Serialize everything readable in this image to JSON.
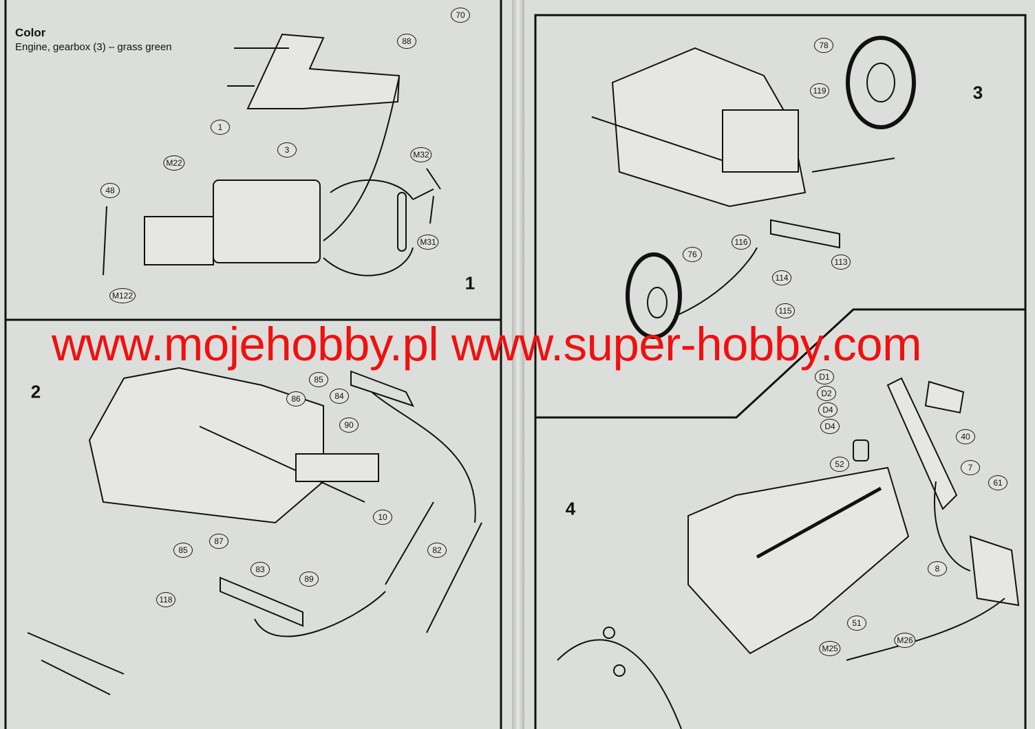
{
  "color_section": {
    "title": "Color",
    "note": "Engine, gearbox (3) – grass green"
  },
  "watermark": "www.mojehobby.pl www.super-hobby.com",
  "steps": [
    {
      "number": "1",
      "callouts": [
        "1",
        "3",
        "88",
        "70",
        "M22",
        "48",
        "M32",
        "M31",
        "M122"
      ]
    },
    {
      "number": "2",
      "callouts": [
        "85",
        "86",
        "84",
        "90",
        "10",
        "82",
        "87",
        "85",
        "83",
        "89",
        "118"
      ]
    },
    {
      "number": "3",
      "callouts": [
        "78",
        "119",
        "116",
        "76",
        "114",
        "113",
        "115"
      ]
    },
    {
      "number": "4",
      "callouts": [
        "D1",
        "D2",
        "D4",
        "D4",
        "40",
        "52",
        "7",
        "61",
        "8",
        "51",
        "M26",
        "M25"
      ]
    }
  ],
  "colors": {
    "watermark": "#f01010",
    "paper": "#dcdedb",
    "ink": "#111111"
  }
}
